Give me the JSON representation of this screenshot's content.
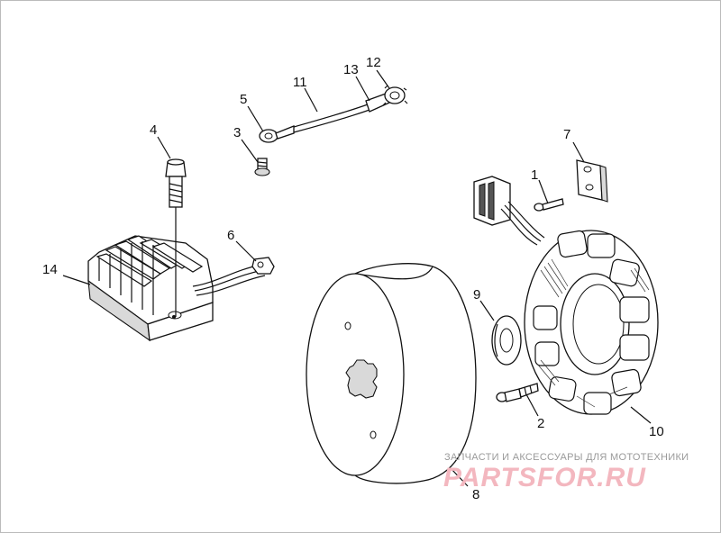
{
  "callouts": [
    {
      "id": "1",
      "text": "1"
    },
    {
      "id": "2",
      "text": "2"
    },
    {
      "id": "3",
      "text": "3"
    },
    {
      "id": "4",
      "text": "4"
    },
    {
      "id": "5",
      "text": "5"
    },
    {
      "id": "6",
      "text": "6"
    },
    {
      "id": "7",
      "text": "7"
    },
    {
      "id": "8",
      "text": "8"
    },
    {
      "id": "9",
      "text": "9"
    },
    {
      "id": "10",
      "text": "10"
    },
    {
      "id": "11",
      "text": "11"
    },
    {
      "id": "12",
      "text": "12"
    },
    {
      "id": "13",
      "text": "13"
    },
    {
      "id": "14",
      "text": "14"
    }
  ],
  "watermark": {
    "tagline": "ЗАПЧАСТИ И АКСЕССУАРЫ ДЛЯ МОТОТЕХНИКИ",
    "logo": "PARTSFOR.RU"
  }
}
